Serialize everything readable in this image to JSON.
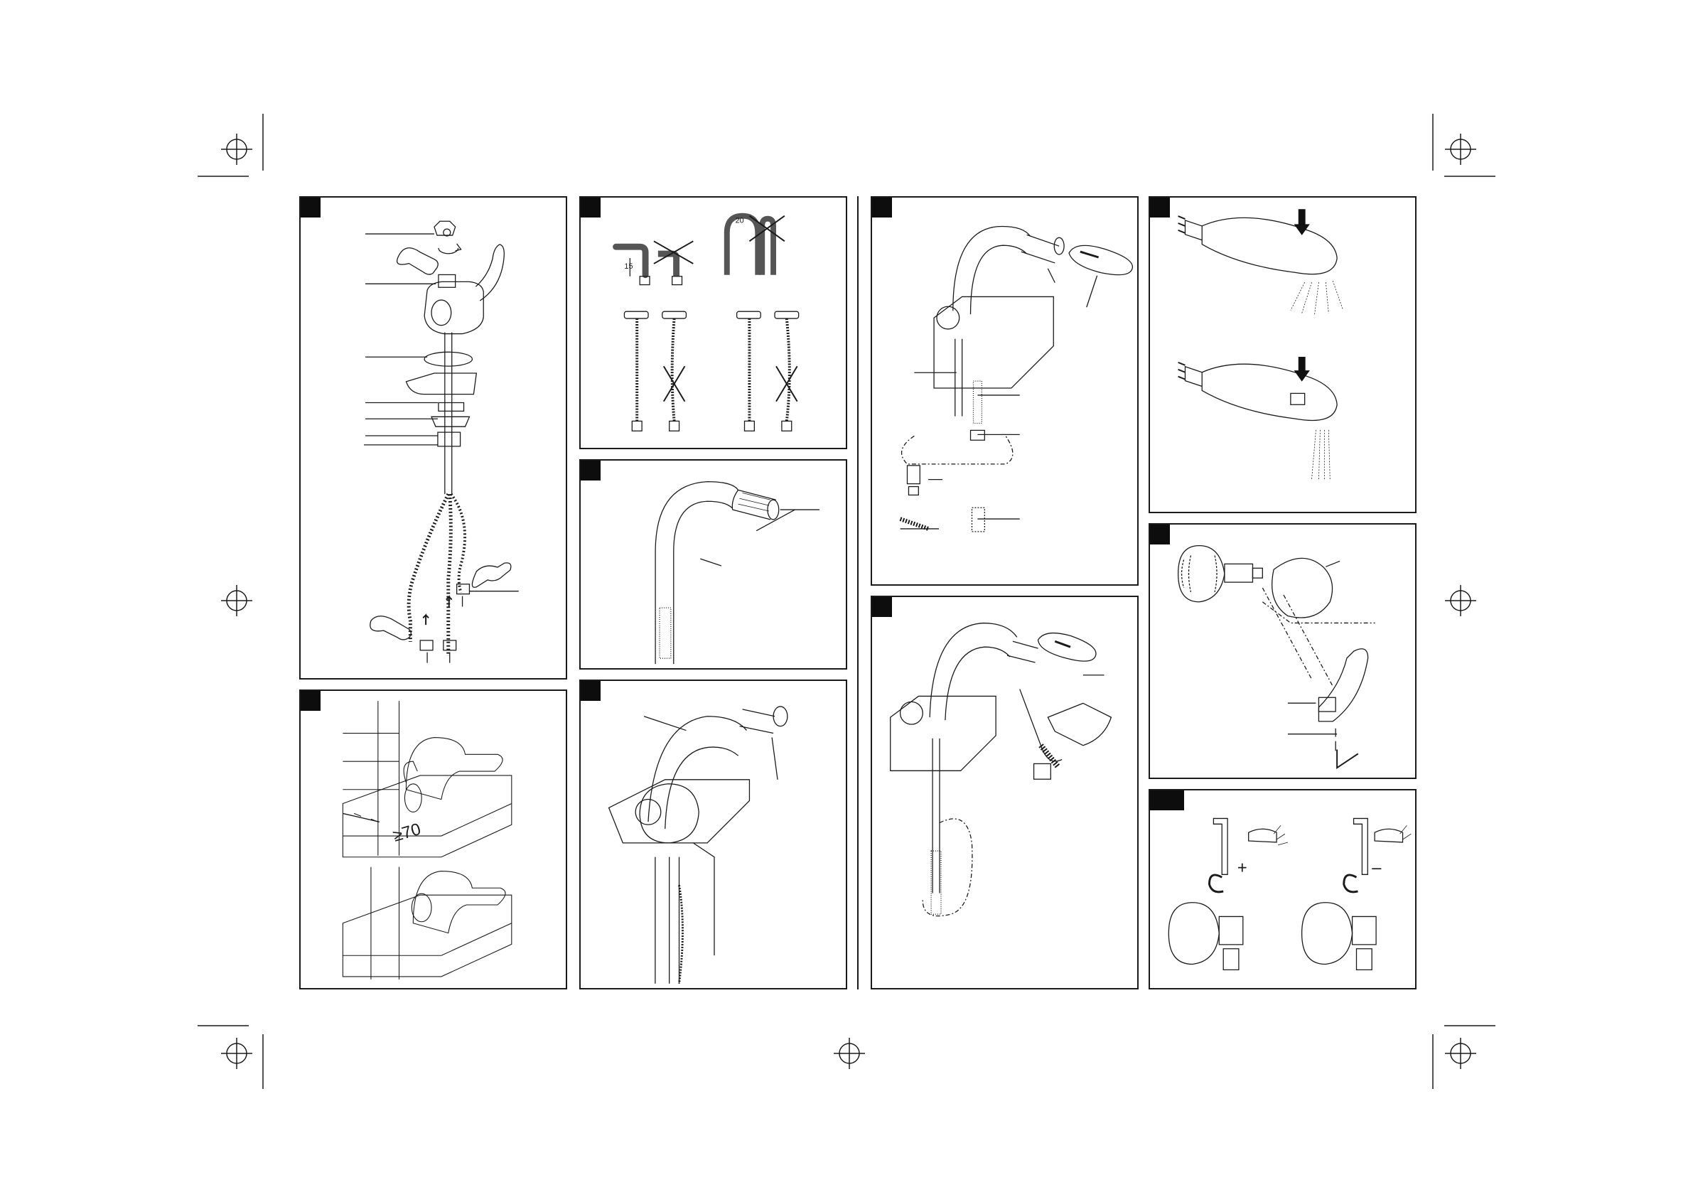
{
  "figures": {
    "p2": {
      "dim15": "15",
      "dim20": "20"
    },
    "p9": {
      "dim70": "≥70"
    },
    "p12": {
      "plus": "+",
      "minus": "–"
    }
  },
  "colors": {
    "ink": "#1a1a1a",
    "badge": "#0d0d0d",
    "paper": "#ffffff"
  }
}
